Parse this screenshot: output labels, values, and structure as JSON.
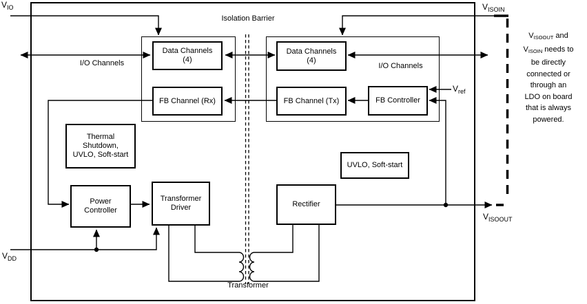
{
  "diagram": {
    "isolation_barrier_label": "Isolation Barrier",
    "transformer_label": "Transformer",
    "io_channels_left_label": "I/O Channels",
    "io_channels_right_label": "I/O Channels"
  },
  "ports": {
    "vio": {
      "name": "V",
      "sub": "IO"
    },
    "visoin": {
      "name": "V",
      "sub": "ISOIN"
    },
    "visoout": {
      "name": "V",
      "sub": "ISOOUT"
    },
    "vdd": {
      "name": "V",
      "sub": "DD"
    },
    "vref": {
      "name": "V",
      "sub": "ref"
    }
  },
  "blocks": {
    "data_channels_left": "Data Channels\n(4)",
    "fb_channel_rx": "FB Channel (Rx)",
    "data_channels_right": "Data Channels\n(4)",
    "fb_channel_tx": "FB Channel (Tx)",
    "fb_controller": "FB Controller",
    "thermal_shutdown": "Thermal\nShutdown,\nUVLO, Soft-start",
    "power_controller": "Power\nController",
    "transformer_driver": "Transformer\nDriver",
    "uvlo_soft_start": "UVLO, Soft-start",
    "rectifier": "Rectifier"
  },
  "note": {
    "line1_v": "V",
    "line1_sub": "ISOOUT",
    "line1_rest": " and",
    "line2_v": "V",
    "line2_sub": "ISOIN",
    "line2_rest": " needs to",
    "line3": "be directly",
    "line4": "connected or",
    "line5": "through an",
    "line6": "LDO on board",
    "line7": "that is always",
    "line8": "powered."
  },
  "colors": {
    "line": "#000000",
    "background": "#ffffff"
  }
}
